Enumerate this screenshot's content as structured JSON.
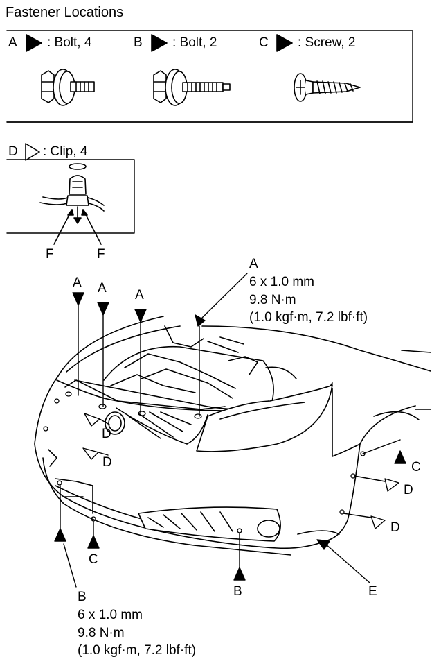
{
  "title": "Fastener Locations",
  "fasteners": {
    "A": {
      "letter": "A",
      "text": ": Bolt, 4"
    },
    "B": {
      "letter": "B",
      "text": ": Bolt, 2"
    },
    "C": {
      "letter": "C",
      "text": ": Screw, 2"
    },
    "D": {
      "letter": "D",
      "text": ": Clip, 4"
    }
  },
  "clip_callouts": [
    "F",
    "F"
  ],
  "spec_A": {
    "letter": "A",
    "size": "6 x 1.0 mm",
    "torque": "9.8 N·m",
    "torque_alt": "(1.0 kgf·m, 7.2 lbf·ft)"
  },
  "spec_B": {
    "letter": "B",
    "size": "6 x 1.0 mm",
    "torque": "9.8 N·m",
    "torque_alt": "(1.0 kgf·m, 7.2 lbf·ft)"
  },
  "callouts": {
    "a1": "A",
    "a2": "A",
    "a3": "A",
    "b_bottom": "B",
    "c_left": "C",
    "c_right": "C",
    "d1": "D",
    "d2": "D",
    "d3": "D",
    "d4": "D",
    "e": "E"
  },
  "colors": {
    "ink": "#000000",
    "paper": "#ffffff"
  }
}
